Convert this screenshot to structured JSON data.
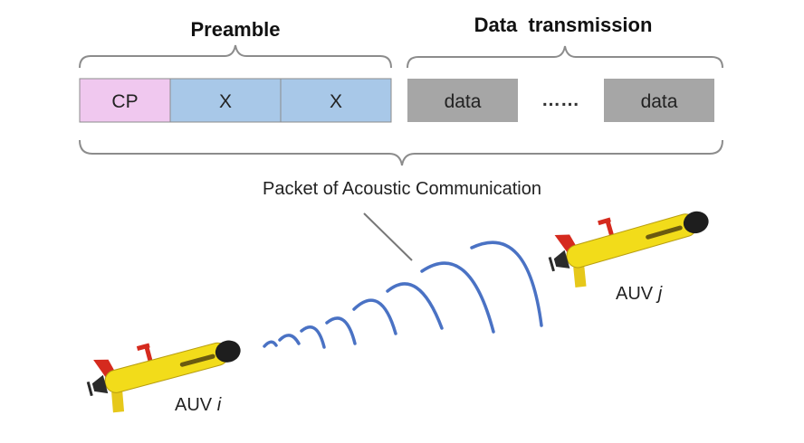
{
  "labels": {
    "preamble": "Preamble",
    "data_transmission": "Data  transmission",
    "caption": "Packet of Acoustic Communication",
    "dots": "……"
  },
  "cells": {
    "cp": "CP",
    "x1": "X",
    "x2": "X",
    "data1": "data",
    "data2": "data"
  },
  "auv_i": {
    "prefix": "AUV ",
    "index": "i"
  },
  "auv_j": {
    "prefix": "AUV ",
    "index": "j"
  },
  "colors": {
    "cp": "#f0c8ef",
    "x": "#a8c8e8",
    "data": "#a6a6a6",
    "wave": "#4a72c4",
    "bracket": "#8c8c8c",
    "auv_body": "#f2dc1a",
    "auv_nose": "#1e1e1e",
    "auv_fin_red": "#d52a1e"
  },
  "icons": [
    "auv-vehicle-icon",
    "acoustic-wave-icon"
  ]
}
